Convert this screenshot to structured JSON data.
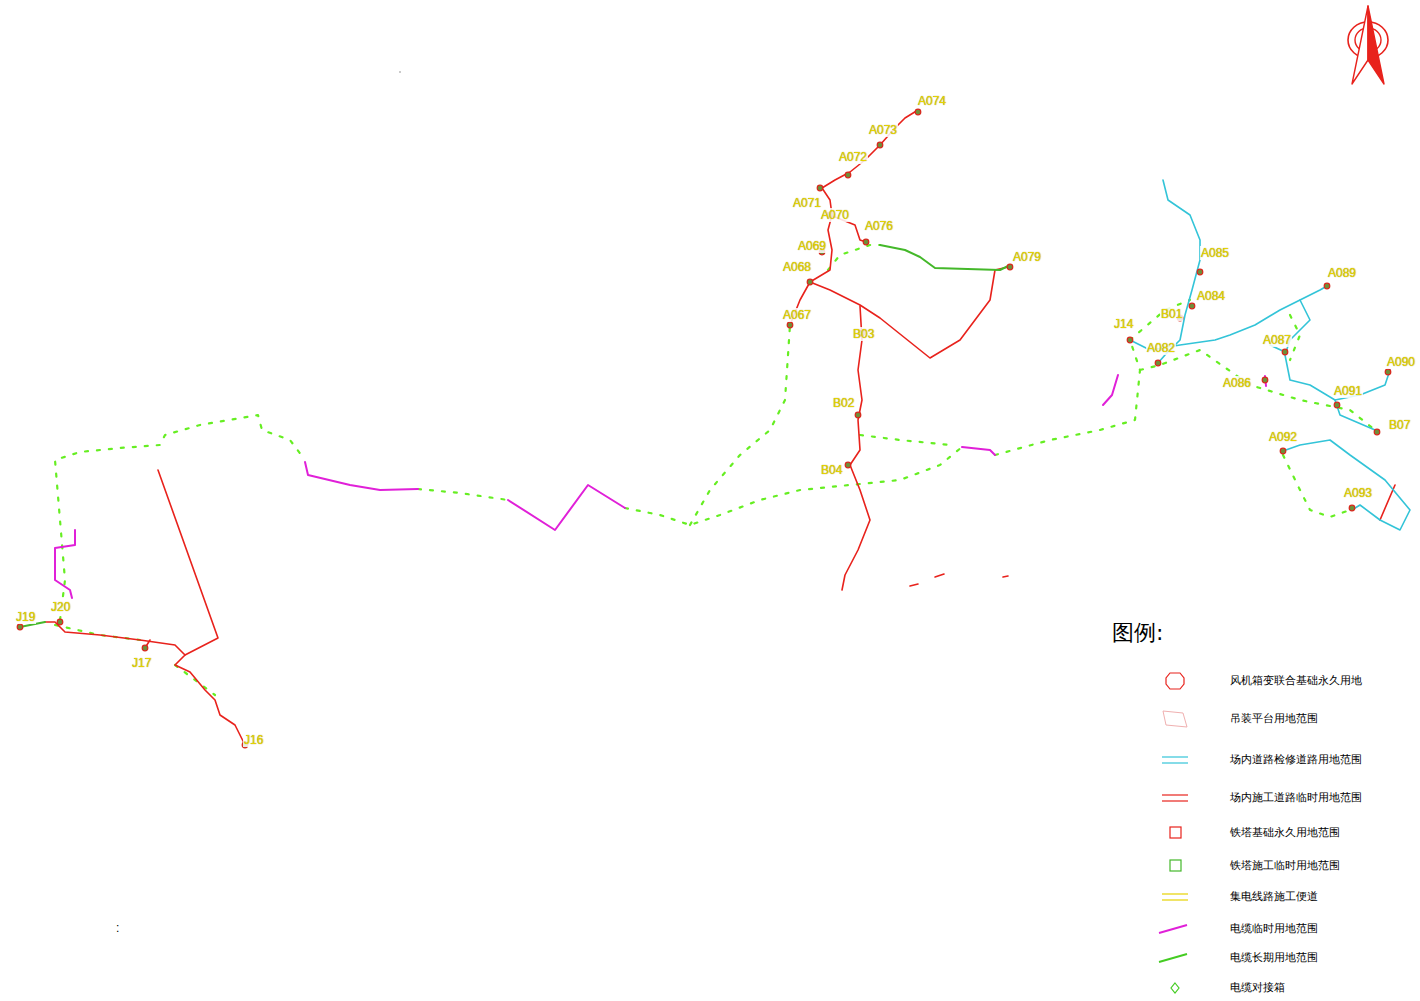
{
  "diagram": {
    "labels": [
      "A074",
      "A073",
      "A072",
      "A071",
      "A070",
      "A076",
      "A069",
      "A068",
      "A079",
      "A067",
      "B03",
      "B02",
      "B04",
      "J14",
      "A085",
      "A084",
      "B01",
      "A082",
      "A089",
      "A087",
      "A086",
      "A090",
      "A091",
      "B07",
      "A092",
      "A093",
      "J19",
      "J20",
      "J17",
      "J16",
      "图例:",
      ":"
    ],
    "legend": [
      {
        "text": "风机箱变联合基础永久用地"
      },
      {
        "text": "吊装平台用地范围"
      },
      {
        "text": "场内道路检修道路用地范围"
      },
      {
        "text": "场内施工道路临时用地范围"
      },
      {
        "text": "铁塔基础永久用地范围"
      },
      {
        "text": "铁塔施工临时用地范围"
      },
      {
        "text": "集电线路施工便道"
      },
      {
        "text": "电缆临时用地范围"
      },
      {
        "text": "电缆长期用地范围"
      },
      {
        "text": "电缆对接箱"
      }
    ]
  }
}
